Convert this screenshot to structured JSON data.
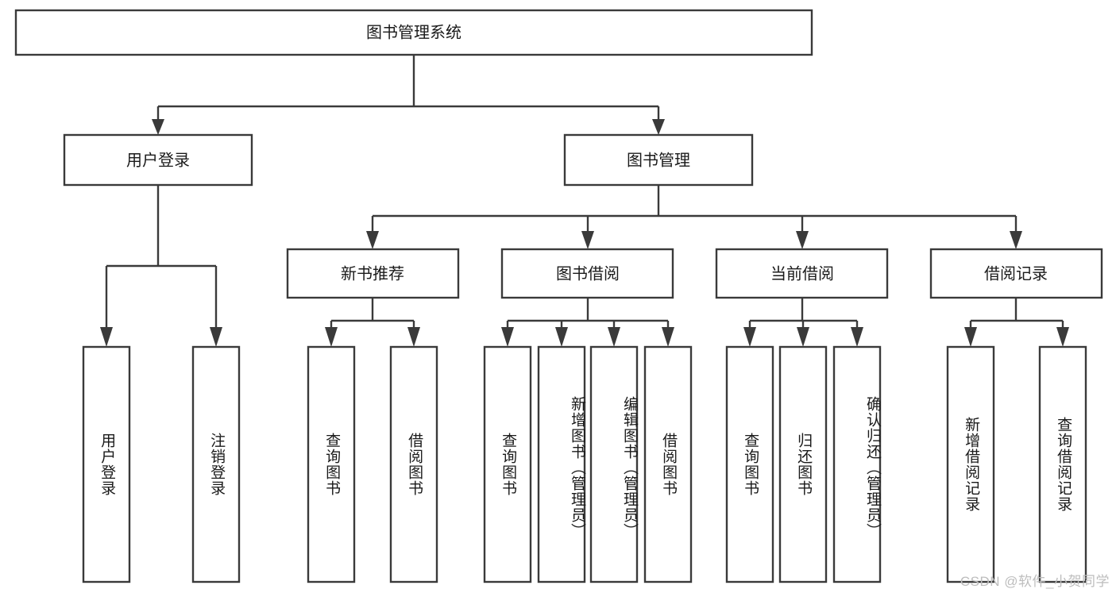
{
  "diagram": {
    "type": "tree",
    "title": "图书管理系统",
    "root": {
      "id": "root",
      "label": "图书管理系统"
    },
    "level2": [
      {
        "id": "user-login",
        "label": "用户登录"
      },
      {
        "id": "book-manage",
        "label": "图书管理"
      }
    ],
    "level3": [
      {
        "id": "new-book-recommend",
        "label": "新书推荐",
        "parent": "book-manage"
      },
      {
        "id": "book-borrow",
        "label": "图书借阅",
        "parent": "book-manage"
      },
      {
        "id": "current-borrow",
        "label": "当前借阅",
        "parent": "book-manage"
      },
      {
        "id": "borrow-record",
        "label": "借阅记录",
        "parent": "book-manage"
      }
    ],
    "leaves": [
      {
        "id": "leaf-user-login",
        "label": "用户登录",
        "parent": "user-login"
      },
      {
        "id": "leaf-logout-login",
        "label": "注销登录",
        "parent": "user-login"
      },
      {
        "id": "leaf-query-book-1",
        "label": "查询图书",
        "parent": "new-book-recommend"
      },
      {
        "id": "leaf-borrow-book-1",
        "label": "借阅图书",
        "parent": "new-book-recommend"
      },
      {
        "id": "leaf-query-book-2",
        "label": "查询图书",
        "parent": "book-borrow"
      },
      {
        "id": "leaf-add-book",
        "label": "新增图书（管理员）",
        "parent": "book-borrow"
      },
      {
        "id": "leaf-edit-book",
        "label": "编辑图书（管理员）",
        "parent": "book-borrow"
      },
      {
        "id": "leaf-borrow-book-2",
        "label": "借阅图书",
        "parent": "book-borrow"
      },
      {
        "id": "leaf-query-book-3",
        "label": "查询图书",
        "parent": "current-borrow"
      },
      {
        "id": "leaf-return-book",
        "label": "归还图书",
        "parent": "current-borrow"
      },
      {
        "id": "leaf-confirm-return",
        "label": "确认归还（管理员）",
        "parent": "current-borrow"
      },
      {
        "id": "leaf-add-record",
        "label": "新增借阅记录",
        "parent": "borrow-record"
      },
      {
        "id": "leaf-query-record",
        "label": "查询借阅记录",
        "parent": "borrow-record"
      }
    ],
    "colors": {
      "box_stroke": "#3a3a3a",
      "box_fill": "#ffffff",
      "text": "#1a1a1a",
      "background": "#ffffff",
      "watermark": "#bdbdbd"
    }
  },
  "watermark": {
    "text": "CSDN @软件_小贺同学"
  }
}
